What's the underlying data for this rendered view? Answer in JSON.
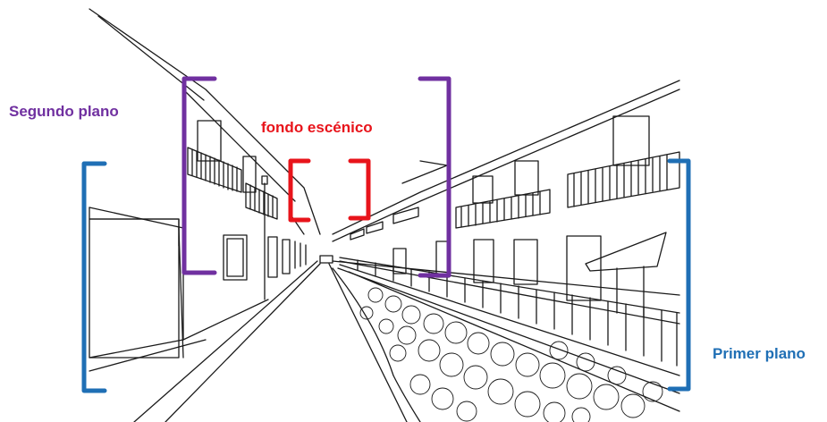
{
  "labels": {
    "segundo_plano": "Segundo plano",
    "fondo_escenico": "fondo escénico",
    "primer_plano": "Primer plano"
  },
  "colors": {
    "segundo_plano": "#7030a0",
    "fondo_escenico": "#e8141b",
    "primer_plano": "#1f6fb5",
    "line_art": "#1a1a1a"
  }
}
